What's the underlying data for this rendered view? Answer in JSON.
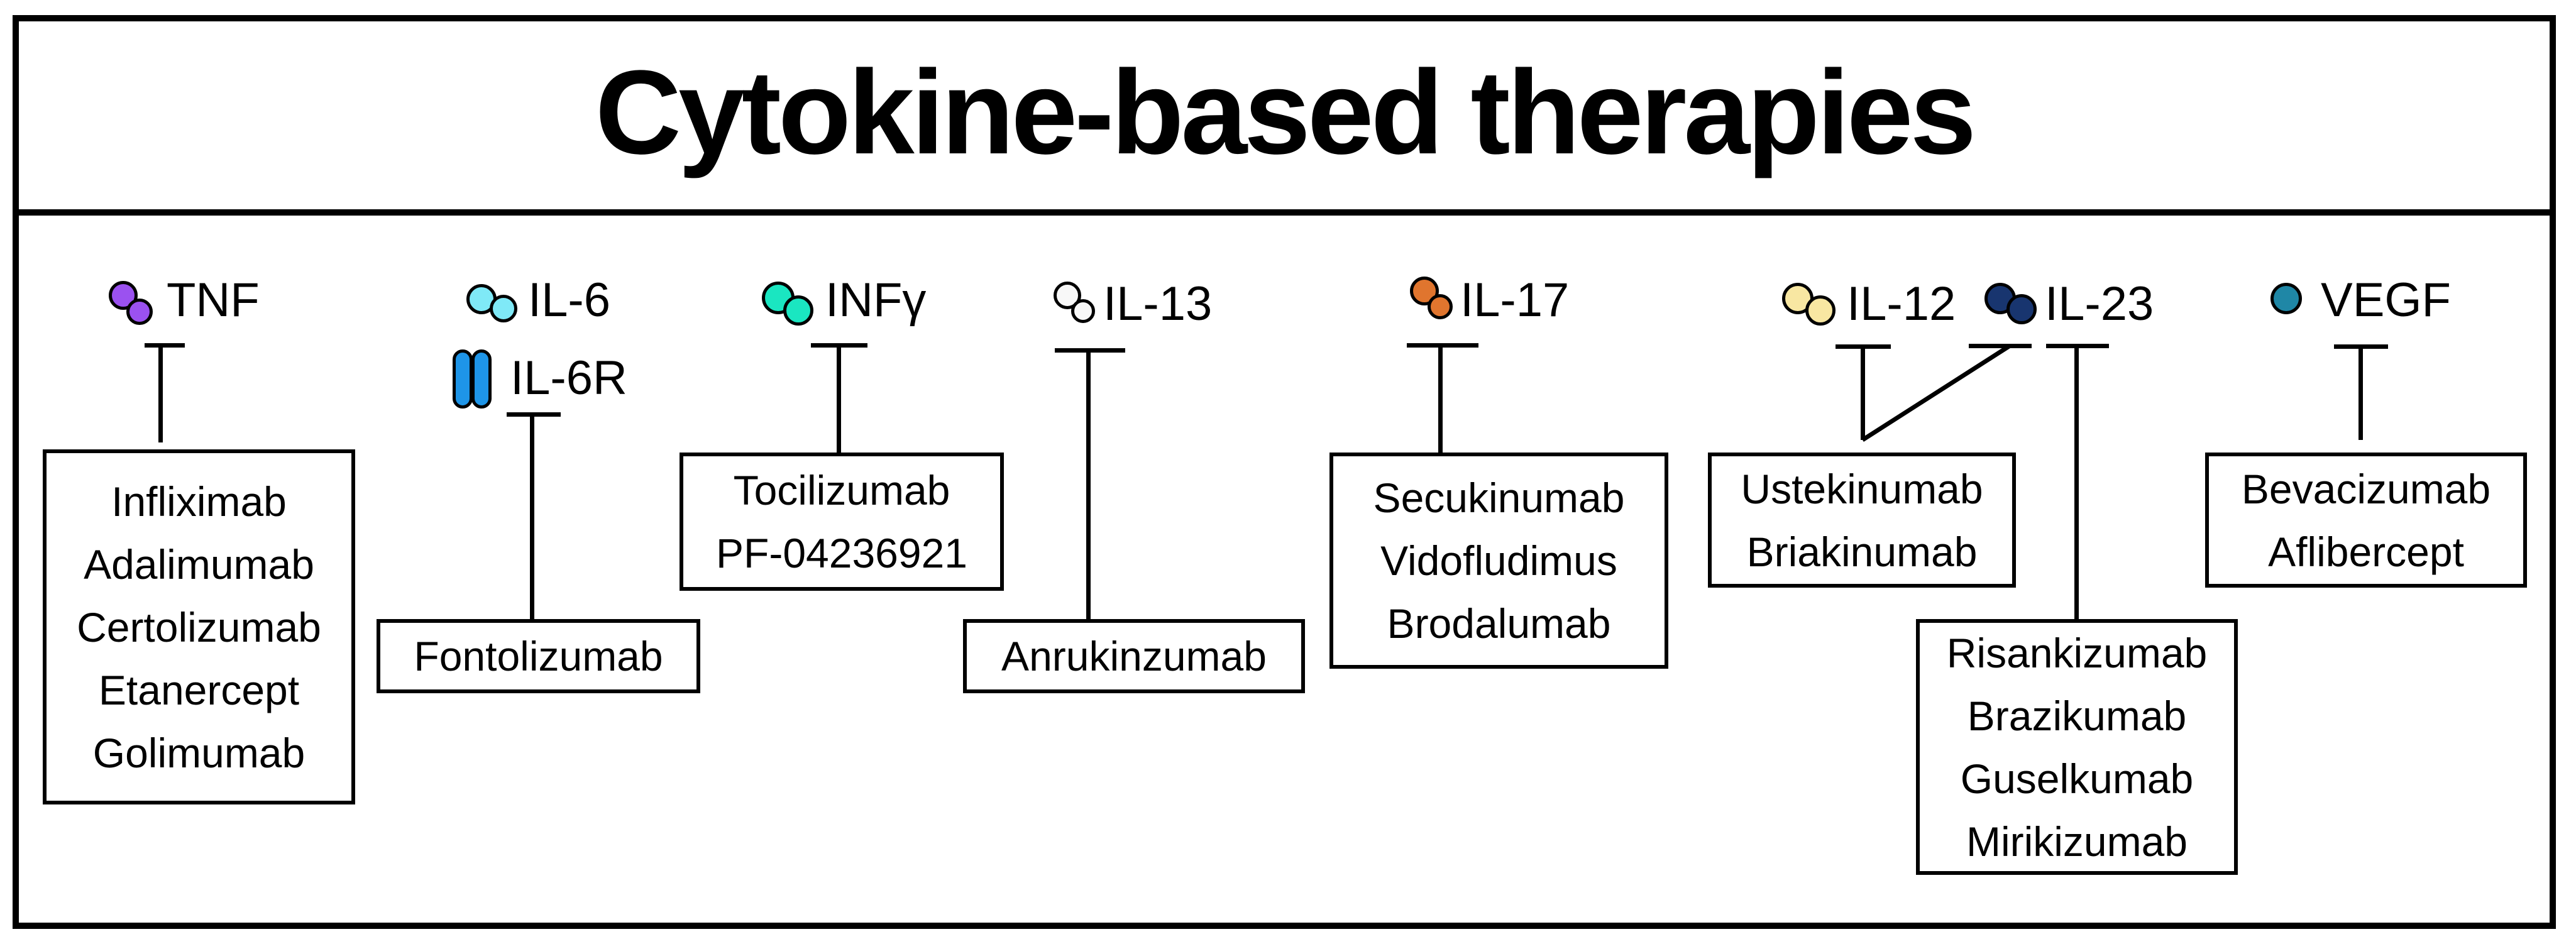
{
  "title": "Cytokine-based therapies",
  "groups": [
    {
      "target": "TNF",
      "drugs": [
        "Infliximab",
        "Adalimumab",
        "Certolizumab",
        "Etanercept",
        "Golimumab"
      ]
    },
    {
      "target": "IL-6",
      "receptor": "IL-6R",
      "drugs": [
        "Fontolizumab"
      ]
    },
    {
      "target": "INFγ",
      "drugs": [
        "Tocilizumab",
        "PF-04236921"
      ]
    },
    {
      "target": "IL-13",
      "drugs": [
        "Anrukinzumab"
      ]
    },
    {
      "target": "IL-17",
      "drugs": [
        "Secukinumab",
        "Vidofludimus",
        "Brodalumab"
      ]
    },
    {
      "target": "IL-12",
      "drugs": [
        "Ustekinumab",
        "Briakinumab"
      ]
    },
    {
      "target": "IL-23",
      "drugs": [
        "Risankizumab",
        "Brazikumab",
        "Guselkumab",
        "Mirikizumab"
      ]
    },
    {
      "target": "VEGF",
      "drugs": [
        "Bevacizumab",
        "Aflibercept"
      ]
    }
  ],
  "colors": {
    "tnf": "#9B51F0",
    "il6": "#7FE9F7",
    "il6r": "#1E95E8",
    "infg": "#1AE6C1",
    "il13": "#F8F8F8",
    "il17": "#E0752E",
    "il12": "#F8E7A2",
    "il23": "#18356F",
    "vegf": "#1F87A6"
  }
}
